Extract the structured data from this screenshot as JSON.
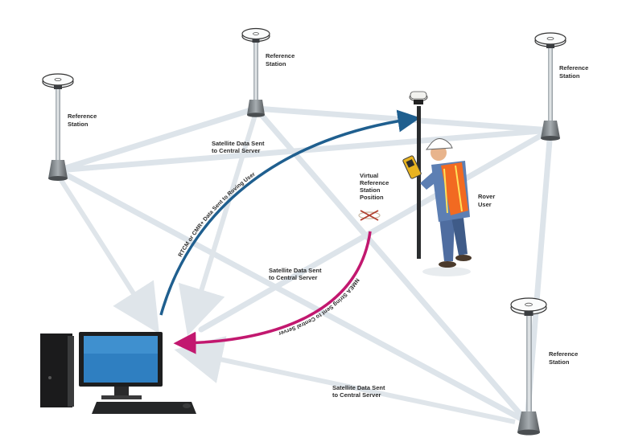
{
  "labels": {
    "ref_station_1": [
      "Reference",
      "Station"
    ],
    "ref_station_2": [
      "Reference",
      "Station"
    ],
    "ref_station_3": [
      "Reference",
      "Station"
    ],
    "ref_station_4": [
      "Reference",
      "Station"
    ],
    "sat_data_1": [
      "Satellite Data Sent",
      "to Central Server"
    ],
    "sat_data_2": [
      "Satellite Data Sent",
      "to Central Server"
    ],
    "sat_data_3": [
      "Satellite Data Sent",
      "to Central Server"
    ],
    "virtual_ref": [
      "Virtual",
      "Reference",
      "Station",
      "Position"
    ],
    "rover_user": [
      "Rover",
      "User"
    ],
    "rtcm_arrow": "RTCM or CMR+ Data Sent to Roving User",
    "nmea_arrow": "NMEA String Sent to Central Server"
  },
  "colors": {
    "rtcm_arrow": "#1f5f8f",
    "nmea_arrow": "#c2186f",
    "network_lines": "#dde4ea",
    "virtual_marker": "#b04030"
  }
}
